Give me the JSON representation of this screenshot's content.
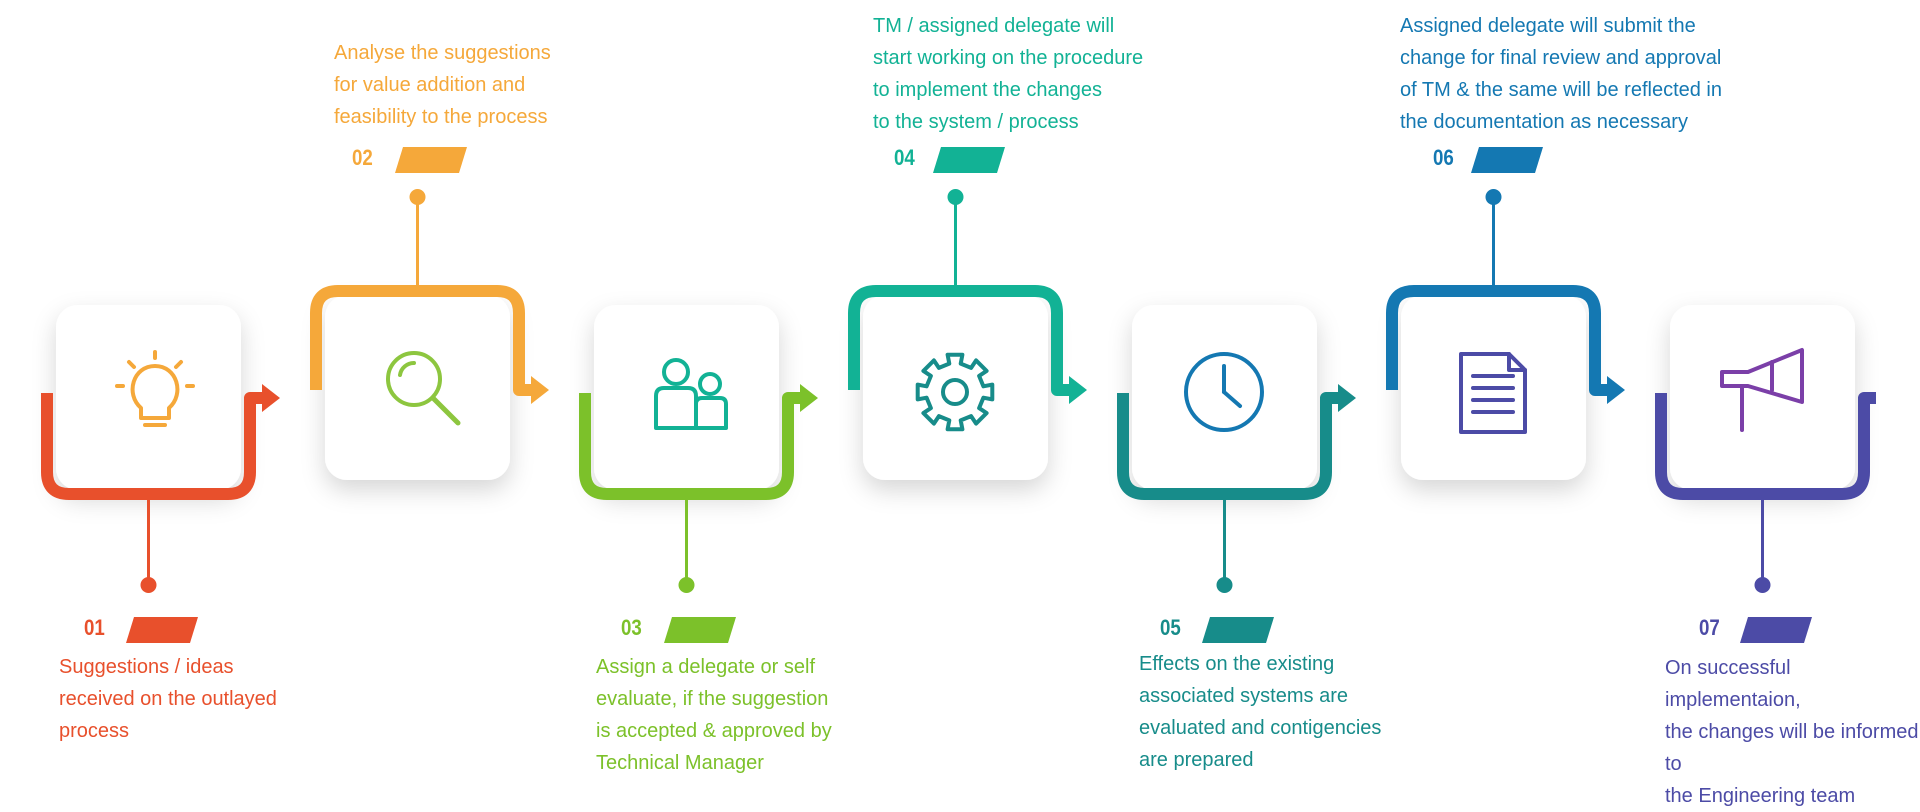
{
  "steps": [
    {
      "number": "01",
      "icon": "lightbulb-icon",
      "color": "#E8502C",
      "text": "Suggestions / ideas\nreceived on the outlayed\nprocess"
    },
    {
      "number": "02",
      "icon": "magnifier-icon",
      "color": "#F5A83A",
      "text": "Analyse the suggestions\nfor value addition and\nfeasibility to the process"
    },
    {
      "number": "03",
      "icon": "people-icon",
      "color": "#7CC12A",
      "text": "Assign a delegate or self\nevaluate, if the suggestion\nis accepted & approved by\nTechnical Manager"
    },
    {
      "number": "04",
      "icon": "gear-icon",
      "color": "#12B295",
      "text": "TM / assigned delegate will\nstart working on the procedure\nto implement the changes\n to the system / process"
    },
    {
      "number": "05",
      "icon": "clock-icon",
      "color": "#178C8A",
      "text": "Effects on the existing\nassociated systems are\nevaluated and contigencies\nare prepared"
    },
    {
      "number": "06",
      "icon": "document-icon",
      "color": "#1478B2",
      "text": "Assigned delegate will submit the\nchange for final review and approval\nof TM & the same will be reflected in\nthe documentation as necessary"
    },
    {
      "number": "07",
      "icon": "megaphone-icon",
      "color": "#4C4BA6",
      "text": "On successful implementaion,\nthe changes will be informed to\nthe Engineering team"
    }
  ],
  "icon_colors": {
    "lightbulb": "#F5A83A",
    "magnifier": "#8DC63F",
    "people": "#12B295",
    "gear": "#178C8A",
    "clock": "#1478B2",
    "document": "#4C4BA6",
    "megaphone": "#7B3FA8"
  }
}
